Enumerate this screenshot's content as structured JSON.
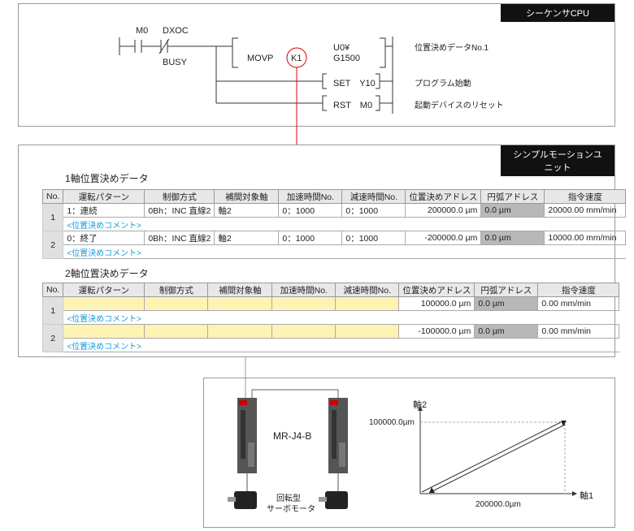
{
  "cpu": {
    "tag": "シーケンサCPU",
    "contact1": "M0",
    "contact2": "DXOC",
    "contact2_sub": "BUSY",
    "instr": "MOVP",
    "k": "K1",
    "dest1": "U0¥",
    "dest2": "G1500",
    "set": "SET　Y10",
    "rst": "RST　M0",
    "comment1": "位置決めデータNo.1",
    "comment2": "プログラム始動",
    "comment3": "起動デバイスのリセット"
  },
  "unit": {
    "tag": "シンプルモーションユニット",
    "headers": [
      "No.",
      "運転パターン",
      "制御方式",
      "補間対象軸",
      "加速時間No.",
      "減速時間No.",
      "位置決めアドレス",
      "円弧アドレス",
      "指令速度"
    ],
    "comment_label": "<位置決めコメント>",
    "axis1": {
      "title": "1軸位置決めデータ",
      "rows": [
        {
          "no": "1",
          "pattern": "1：連続",
          "method": "0Bh：INC 直線2",
          "axis": "軸2",
          "acc": "0：1000",
          "dec": "0：1000",
          "addr": "200000.0 µm",
          "arc": "0.0 µm",
          "speed": "20000.00 mm/min"
        },
        {
          "no": "2",
          "pattern": "0：終了",
          "method": "0Bh：INC 直線2",
          "axis": "軸2",
          "acc": "0：1000",
          "dec": "0：1000",
          "addr": "-200000.0 µm",
          "arc": "0.0 µm",
          "speed": "10000.00 mm/min"
        }
      ]
    },
    "axis2": {
      "title": "2軸位置決めデータ",
      "rows": [
        {
          "no": "1",
          "addr": "100000.0 µm",
          "arc": "0.0 µm",
          "speed": "0.00 mm/min"
        },
        {
          "no": "2",
          "addr": "-100000.0 µm",
          "arc": "0.0 µm",
          "speed": "0.00 mm/min"
        }
      ]
    }
  },
  "system": {
    "amp": "MR-J4-B",
    "motor1": "回転型",
    "motor2": "サーボモータ",
    "y_axis": "軸2",
    "x_axis": "軸1",
    "y_val": "100000.0µm",
    "x_val": "200000.0µm"
  }
}
